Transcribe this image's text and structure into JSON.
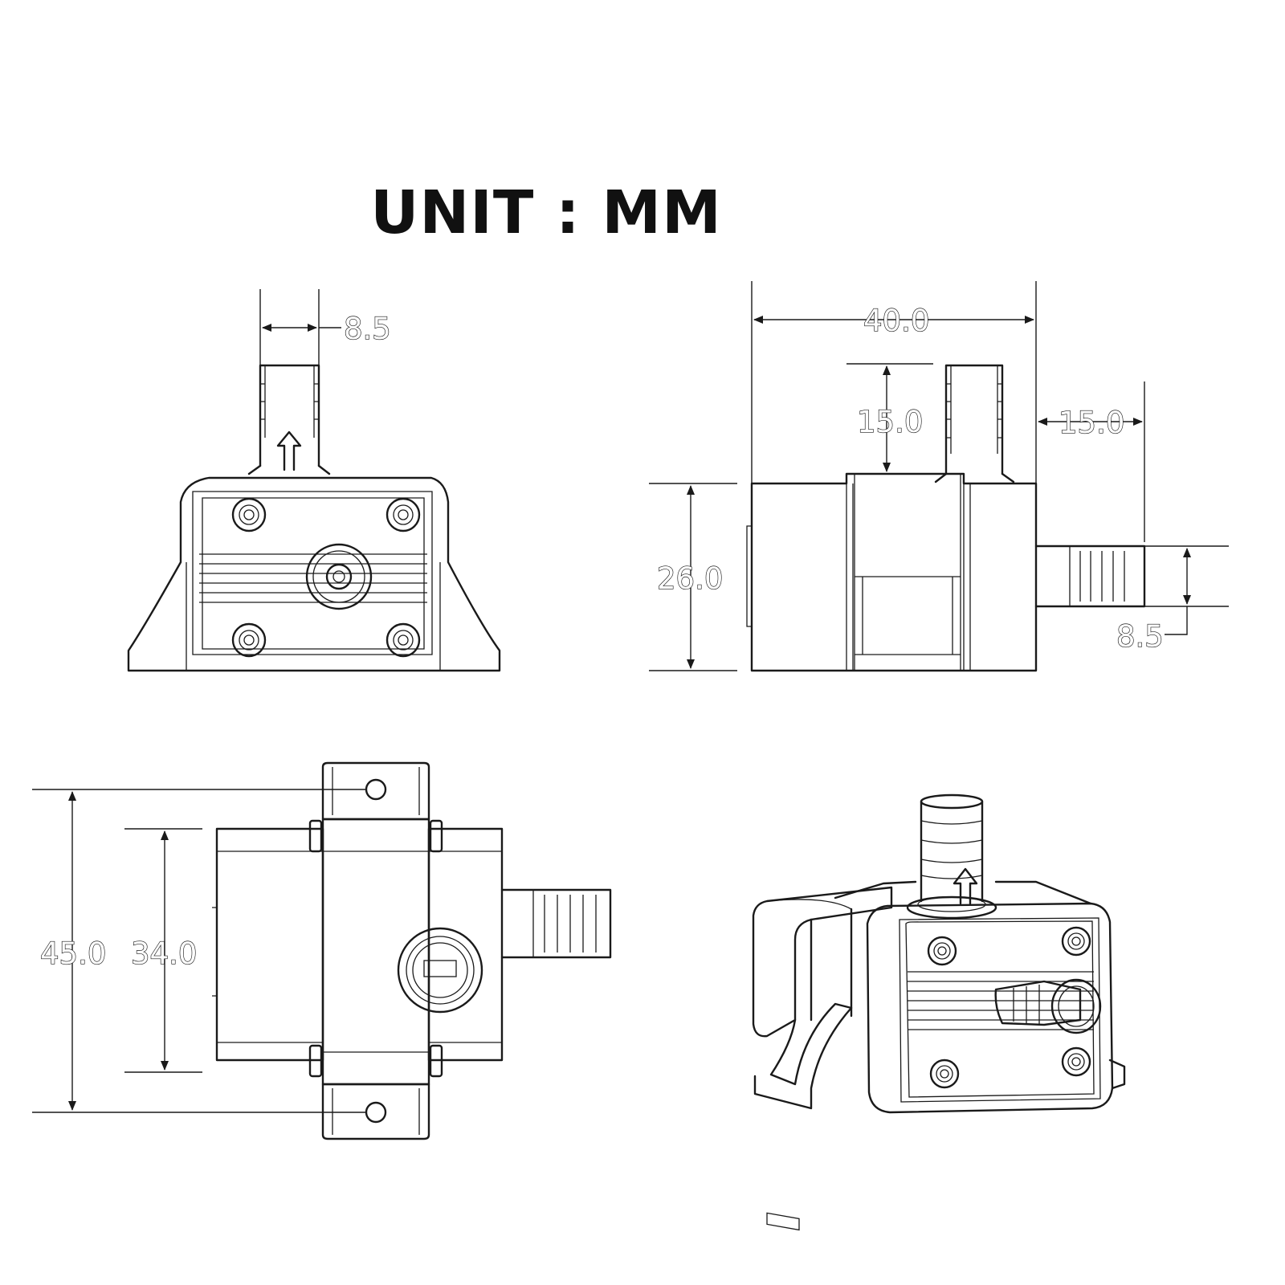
{
  "title": "UNIT : MM",
  "views": {
    "front": {
      "outlet_diameter": "8.5"
    },
    "side": {
      "overall_length": "40.0",
      "outlet_height": "15.0",
      "inlet_length": "15.0",
      "body_height": "26.0",
      "inlet_diameter": "8.5"
    },
    "top": {
      "mount_width": "45.0",
      "body_width": "34.0"
    },
    "isometric": {}
  }
}
